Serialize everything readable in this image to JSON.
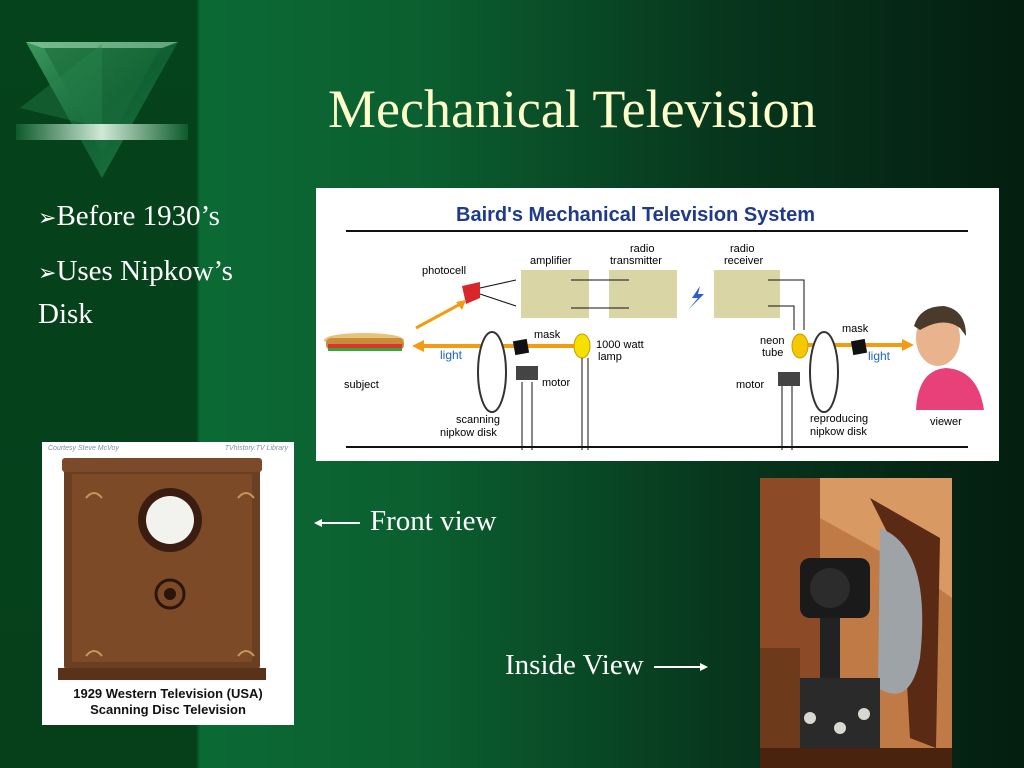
{
  "slide": {
    "title": "Mechanical Television",
    "bullets": [
      "Before 1930’s",
      "Uses Nipkow’s Disk"
    ],
    "bullet_marker": "➢"
  },
  "diagram": {
    "title": "Baird's Mechanical Television System",
    "labels": {
      "photocell": "photocell",
      "amplifier": "amplifier",
      "radio_transmitter_1": "radio",
      "radio_transmitter_2": "transmitter",
      "radio_receiver_1": "radio",
      "radio_receiver_2": "receiver",
      "mask_left": "mask",
      "mask_right": "mask",
      "lamp_1": "1000 watt",
      "lamp_2": "lamp",
      "light_left": "light",
      "light_right": "light",
      "neon_1": "neon",
      "neon_2": "tube",
      "subject": "subject",
      "motor_left": "motor",
      "motor_right": "motor",
      "scanning_1": "scanning",
      "scanning_2": "nipkow disk",
      "reproducing_1": "reproducing",
      "reproducing_2": "nipkow disk",
      "viewer": "viewer"
    }
  },
  "cabinet_photo": {
    "credit_left": "Courtesy Steve McVoy",
    "credit_right": "TVhistory.TV Library",
    "caption_line1": "1929 Western Television (USA)",
    "caption_line2": "Scanning Disc Television"
  },
  "front_view_label": "Front view",
  "inside_view_label": "Inside View",
  "colors": {
    "title": "#ffffcc",
    "diagram_title": "#1f3a8a",
    "light_arrow": "#f39c12",
    "light_label": "#1e63c6"
  }
}
